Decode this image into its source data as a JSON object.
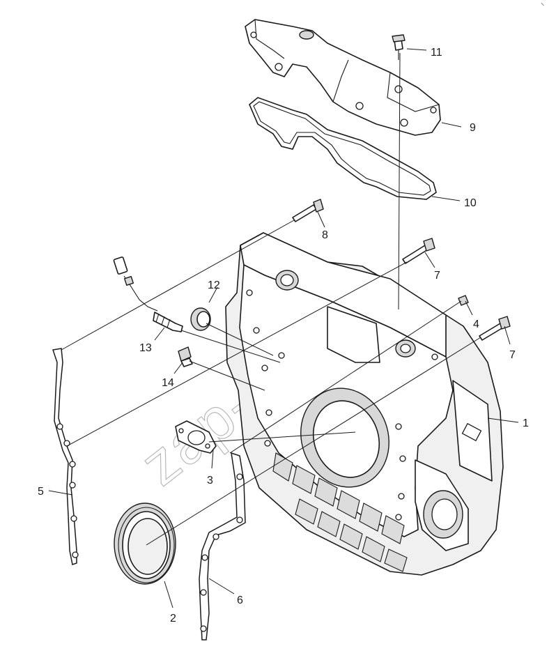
{
  "watermark": "zap-kat.ru",
  "corner_mark": "⸌",
  "callouts": [
    {
      "id": "1",
      "text": "1"
    },
    {
      "id": "2",
      "text": "2"
    },
    {
      "id": "3",
      "text": "3"
    },
    {
      "id": "4",
      "text": "4"
    },
    {
      "id": "5",
      "text": "5"
    },
    {
      "id": "6",
      "text": "6"
    },
    {
      "id": "7a",
      "text": "7"
    },
    {
      "id": "7b",
      "text": "7"
    },
    {
      "id": "8",
      "text": "8"
    },
    {
      "id": "9",
      "text": "9"
    },
    {
      "id": "10",
      "text": "10"
    },
    {
      "id": "11",
      "text": "11"
    },
    {
      "id": "12",
      "text": "12"
    },
    {
      "id": "13",
      "text": "13"
    },
    {
      "id": "14",
      "text": "14"
    }
  ]
}
